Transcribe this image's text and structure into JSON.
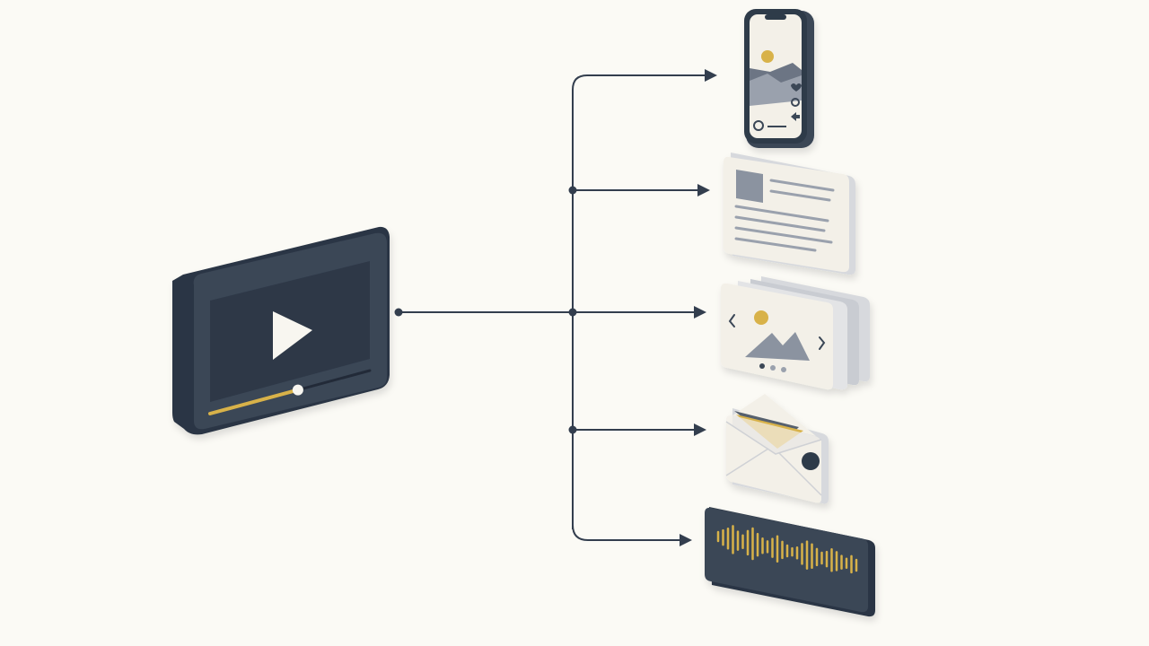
{
  "diagram": {
    "source": {
      "icon": "video-player-icon",
      "progress": 0.55
    },
    "targets": [
      {
        "id": "phone",
        "icon": "smartphone-social-post-icon"
      },
      {
        "id": "article",
        "icon": "article-document-icon"
      },
      {
        "id": "carousel",
        "icon": "image-carousel-icon",
        "dots": 3,
        "active_dot": 1
      },
      {
        "id": "email",
        "icon": "email-envelope-icon"
      },
      {
        "id": "audio",
        "icon": "audio-waveform-icon"
      }
    ],
    "connector": "branching-arrows"
  },
  "colors": {
    "background": "#fbfaf5",
    "navy": "#3a4657",
    "navy_dark": "#2c3644",
    "gold": "#d8b24a",
    "card": "#f3f0e8",
    "card_side": "#d7d9dd",
    "slate": "#8b93a0",
    "line": "#333e4e"
  }
}
